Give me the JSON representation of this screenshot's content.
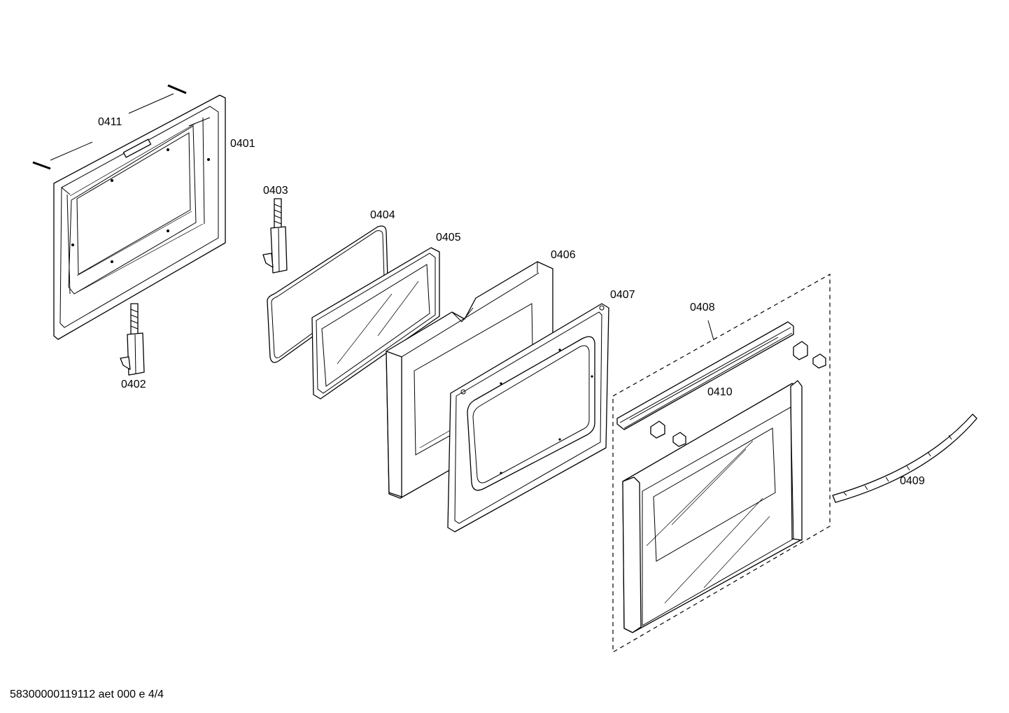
{
  "labels": {
    "p0401": "0401",
    "p0402": "0402",
    "p0403": "0403",
    "p0404": "0404",
    "p0405": "0405",
    "p0406": "0406",
    "p0407": "0407",
    "p0408": "0408",
    "p0409": "0409",
    "p0410": "0410",
    "p0411": "0411"
  },
  "footer": "58300000119112 aet 000 e 4/4"
}
